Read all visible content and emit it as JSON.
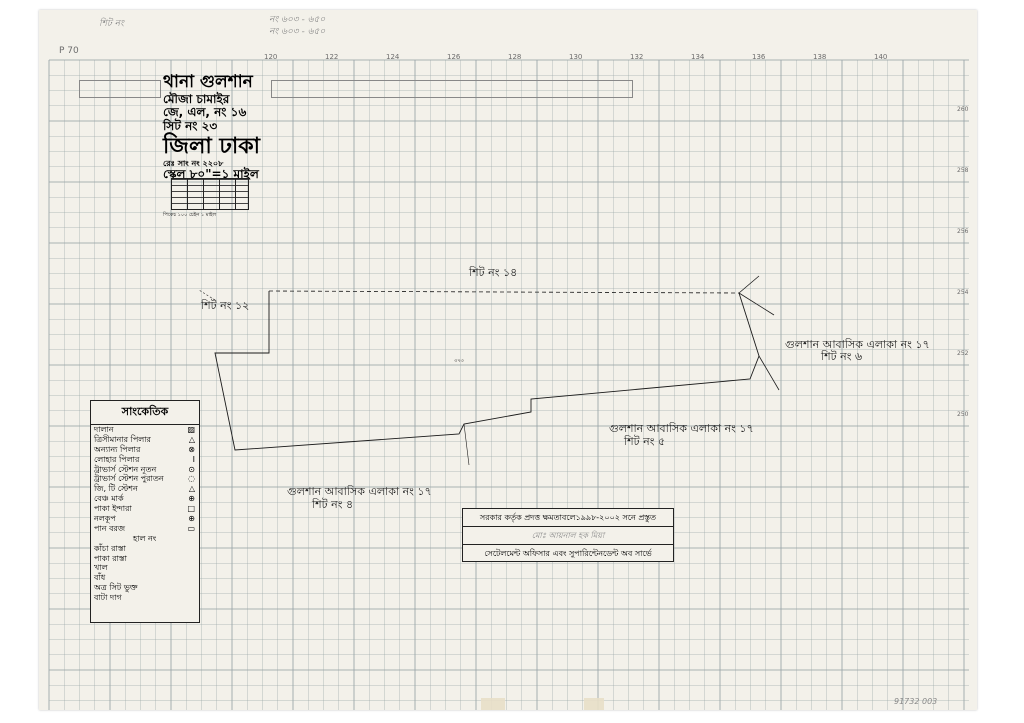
{
  "sheet": {
    "top_pencil_left": "শিট নং",
    "top_pencil_notes": [
      "নং ৬০৩ - ৬৫০",
      "নং ৬০৩ - ৬৫০"
    ],
    "corner_left_number": "P 70",
    "top_grid_numbers": [
      "120",
      "122",
      "124",
      "126",
      "128",
      "130",
      "132",
      "134",
      "136",
      "138",
      "140"
    ],
    "right_grid_numbers": [
      "260",
      "258",
      "256",
      "254",
      "252",
      "250"
    ],
    "stamp_number": "91732 003"
  },
  "title_block": {
    "thana": "থানা গুলশান",
    "mouza": "মৌজা চামাইর",
    "jl_no": "জে, এল, নং ১৬",
    "sheet_no": "সিট নং ২৩",
    "district": "জিলা ঢাকা",
    "reg_no": "রেঃ সাং নং ২২০৮",
    "scale": "স্কেল ৮০\"=১ মাইল",
    "scale_caption": "পিকেচ ১০০ চেইন     ১ মাইল"
  },
  "map_labels": {
    "sheet_14": "শিট নং ১৪",
    "sheet_12": "শিট নং ১২",
    "residential_17_right": "গুলশান আবাসিক এলাকা নং ১৭",
    "sheet_6": "শিট নং ৬",
    "residential_17_mid": "গুলশান আবাসিক এলাকা নং ১৭",
    "sheet_5": "শিট নং ৫",
    "residential_17_left": "গুলশান আবাসিক এলাকা নং ১৭",
    "sheet_4": "শিট নং ৪",
    "plot_number": "৩৭৩"
  },
  "legend": {
    "title": "সাংকেতিক",
    "items": [
      {
        "label": "দালান",
        "symbol": "▨"
      },
      {
        "label": "ত্রিসীমানার পিলার",
        "symbol": "△"
      },
      {
        "label": "অন্যান্য পিলার",
        "symbol": "⊗"
      },
      {
        "label": "লোহার পিলার",
        "symbol": "I"
      },
      {
        "label": "ট্রাভার্স স্টেশন নূতন",
        "symbol": "⊙"
      },
      {
        "label": "ট্রাভার্স স্টেশন পুরাতন",
        "symbol": "◌"
      },
      {
        "label": "জি, টি স্টেশন",
        "symbol": "△"
      },
      {
        "label": "বেঞ্চ মার্ক",
        "symbol": "⊕"
      },
      {
        "label": "পাকা ইন্দারা",
        "symbol": "□"
      },
      {
        "label": "নলকূপ",
        "symbol": "⊕"
      },
      {
        "label": "পান বরজ",
        "symbol": "▭"
      },
      {
        "label": "হাল নং",
        "symbol": ""
      },
      {
        "label": "কাঁচা রাস্তা",
        "symbol": ""
      },
      {
        "label": "পাকা রাস্তা",
        "symbol": ""
      },
      {
        "label": "খাল",
        "symbol": ""
      },
      {
        "label": "বাঁধ",
        "symbol": ""
      },
      {
        "label": "অত্র সিট ভুক্ত",
        "symbol": ""
      },
      {
        "label": "বাটা দাগ",
        "symbol": ""
      }
    ]
  },
  "notice": {
    "line1": "সরকার কর্তৃক প্রদত্ত ক্ষমতাবলে১৯৯৮-২০০২ সনে প্রস্তুত",
    "line2": "মোঃ আয়নাল হক মিয়া",
    "line3": "সেটেলমেন্ট অফিসার এবং সুপারিন্টেনডেন্ট অব সার্ভে"
  },
  "colors": {
    "paper": "#f3f1ea",
    "grid": "#9aa6a8",
    "ink": "#1b1b1b",
    "pencil": "#8a8a8a"
  }
}
